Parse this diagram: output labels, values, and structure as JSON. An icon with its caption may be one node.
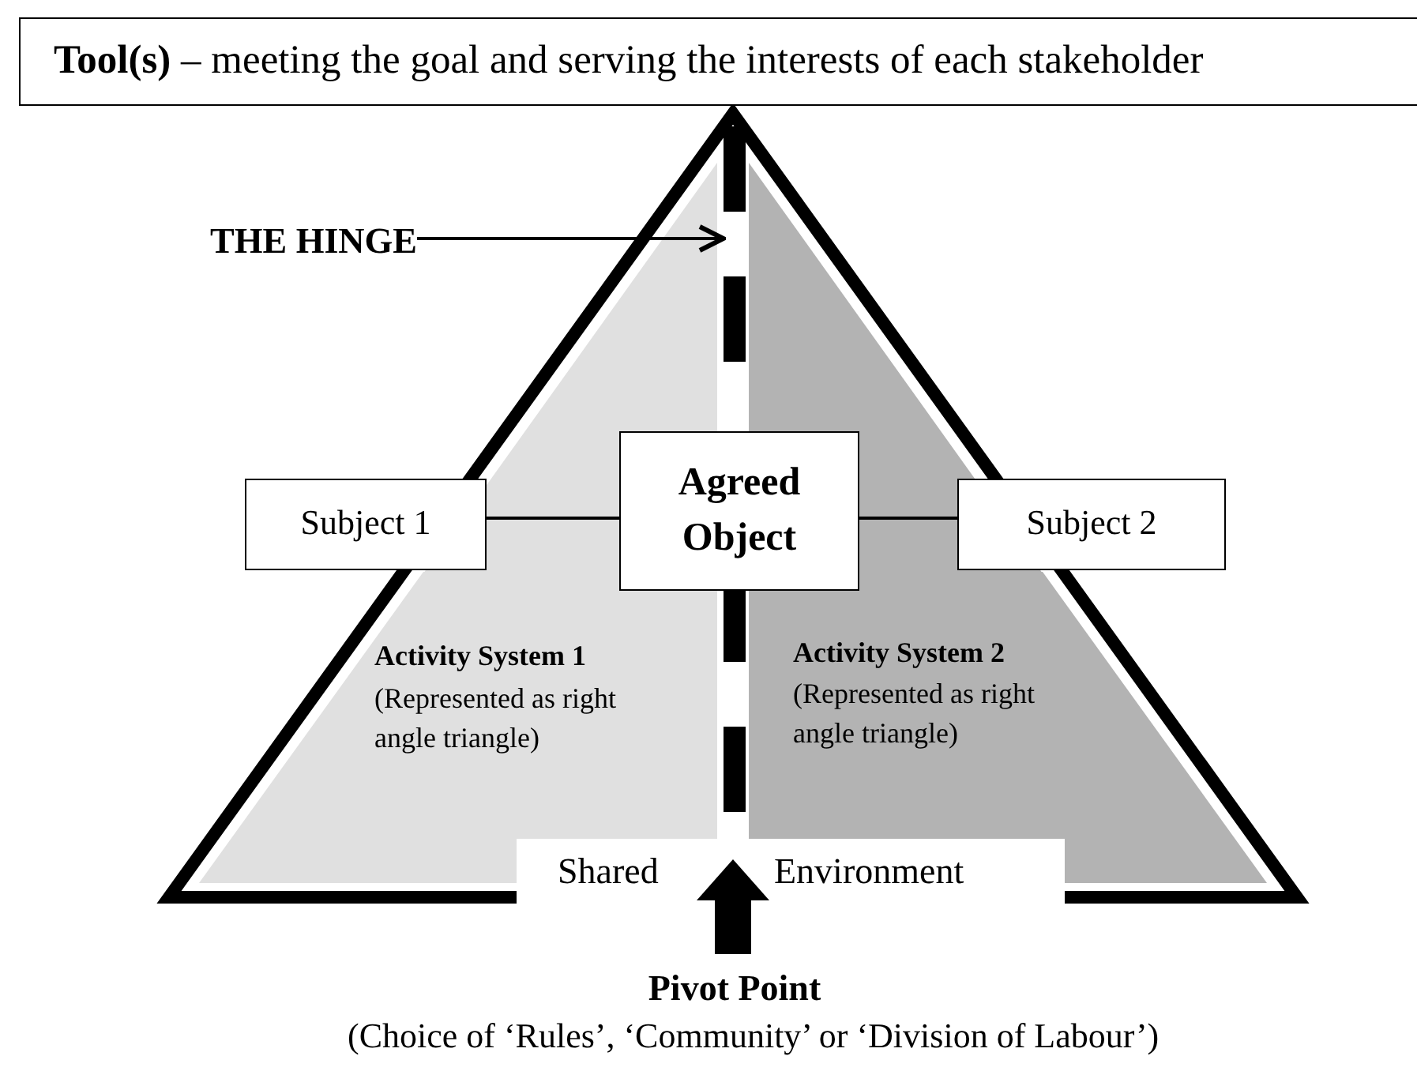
{
  "diagram": {
    "nodes": [
      {
        "text": [
          "**Tool(s)** – meeting the goal and serving the interests of each stakeholder"
        ]
      },
      {
        "text": [
          "THE HINGE"
        ]
      },
      {
        "text": [],
        "shape": "line"
      },
      {
        "text": [
          "Subject 1"
        ]
      },
      {
        "text": [
          "Agreed Object"
        ]
      },
      {
        "text": [
          "Subject 2"
        ]
      },
      {
        "text": [
          "Activity System 1",
          "(Represented as right angle triangle)"
        ]
      },
      {
        "text": [
          "Activity System 2",
          "(Represented as right angle triangle)"
        ]
      },
      {
        "text": [
          "Shared",
          "Environment"
        ]
      },
      {
        "text": [
          "Pivot Point",
          "(Choice of ‘Rules’, ‘Community’ or ‘Division of Labour’)"
        ]
      }
    ],
    "edges": [
      {
        "from": 1,
        "to": 2,
        "arrow": "to"
      },
      {
        "from": 3,
        "to": 4,
        "arrow": "none"
      },
      {
        "from": 4,
        "to": 5,
        "arrow": "none"
      },
      {
        "from": 9,
        "to": 8,
        "arrow": "to",
        "style": "thick"
      }
    ]
  }
}
